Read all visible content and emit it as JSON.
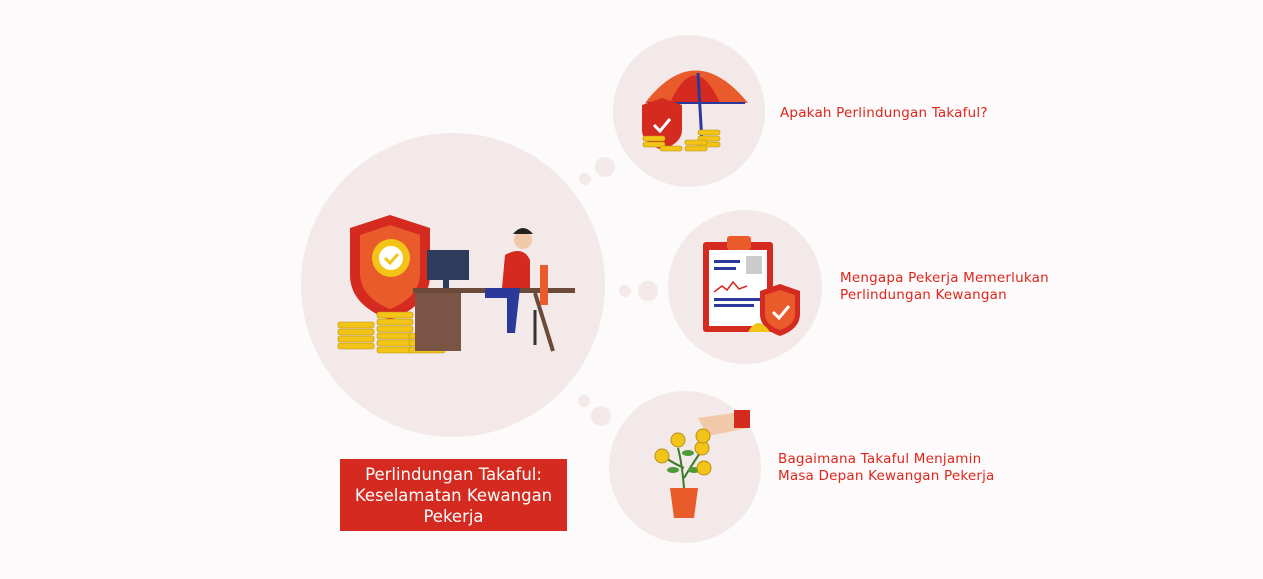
{
  "title": {
    "line1": "Perlindungan Takaful:",
    "line2": "Keselamatan Kewangan",
    "line3": "Pekerja"
  },
  "items": [
    {
      "line1": "Apakah Perlindungan Takaful?"
    },
    {
      "line1": "Mengapa Pekerja Memerlukan",
      "line2": "Perlindungan Kewangan"
    },
    {
      "line1": "Bagaimana Takaful Menjamin",
      "line2": "Masa Depan Kewangan Pekerja"
    }
  ],
  "colors": {
    "accent": "#d42a1f",
    "text": "#e0261c",
    "circle": "#f3e9e9",
    "gold": "#f2c418"
  }
}
